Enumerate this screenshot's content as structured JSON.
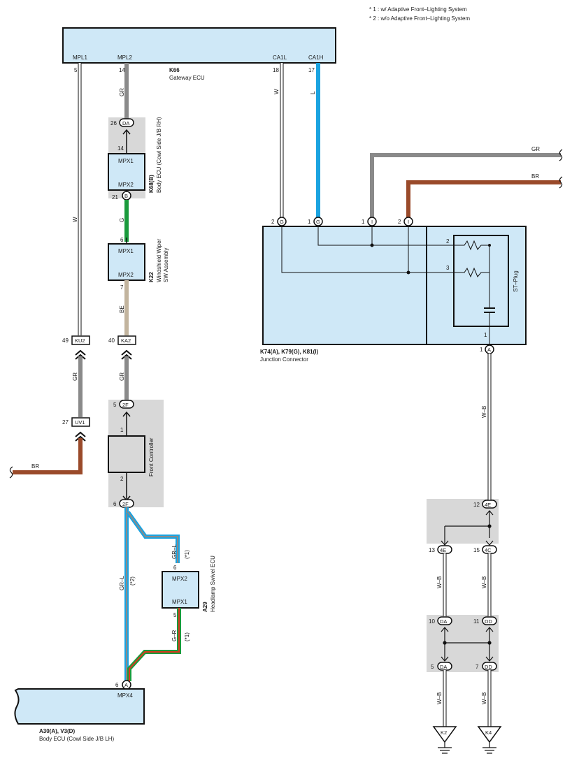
{
  "notes": {
    "note1": "* 1 : w/ Adaptive Front–Lighting System",
    "note2": "* 2 : w/o Adaptive Front–Lighting System"
  },
  "colors": {
    "gray_wire": "#8a8a8a",
    "blue_wire": "#1aa3e0",
    "green_wire": "#1a9a3c",
    "brown_wire": "#9a4a2a",
    "beige_wire": "#c2b49e",
    "ecu_fill": "#cfe8f7",
    "jb_shade": "#d8d8d8"
  },
  "gateway": {
    "code": "K66",
    "name": "Gateway ECU",
    "terminals": [
      "MPL1",
      "MPL2",
      "CA1L",
      "CA1H"
    ],
    "pins": [
      "5",
      "14",
      "18",
      "17"
    ]
  },
  "body_ecu_rh": {
    "code": "K68(B)",
    "name": "Body ECU (Cowl Side J/B RH)",
    "t1": "MPX1",
    "t2": "MPX2",
    "pin_top": "14",
    "pin_bottom": "21",
    "conn_bottom": "B",
    "conn_top": "DA",
    "conn_top_pin": "26"
  },
  "wiper_sw": {
    "code": "K22",
    "name1": "Windshield Wiper",
    "name2": "SW Assembly",
    "t1": "MPX1",
    "t2": "MPX2",
    "pin_top": "6",
    "pin_bottom": "7"
  },
  "front_controller": {
    "name": "Front Controller",
    "pin_top": "1",
    "pin_bottom": "2",
    "conn_top": "2F",
    "conn_top_pin": "5",
    "conn_bottom": "2F",
    "conn_bottom_pin": "6"
  },
  "headlamp_ecu": {
    "code": "A29",
    "name": "Headlamp Swivel ECU",
    "t1": "MPX2",
    "t2": "MPX1",
    "pin_top": "6",
    "pin_bottom": "5"
  },
  "body_ecu_lh": {
    "code": "A30(A), V3(D)",
    "name": "Body ECU (Cowl Side J/B LH)",
    "terminal": "MPX4",
    "pin": "6",
    "conn": "A"
  },
  "junction": {
    "code": "K74(A), K79(G), K81(I)",
    "name": "Junction Connector",
    "stplug": "ST–Plug",
    "pins": [
      "2",
      "1",
      "1",
      "2"
    ],
    "conns": [
      "G",
      "G",
      "I",
      "I"
    ],
    "inner_pins": [
      "2",
      "3",
      "1"
    ],
    "bottom_pin": "1",
    "bottom_conn": "A"
  },
  "connectors": {
    "ku2": "KU2",
    "ku2_pin": "49",
    "ka2": "KA2",
    "ka2_pin": "40",
    "uv1": "UV1",
    "uv1_pin": "27"
  },
  "wires": {
    "w": "W",
    "gr": "GR",
    "g": "G",
    "be": "BE",
    "br": "BR",
    "l": "L",
    "wb": "W–B",
    "grl": "GR–L",
    "gr2": "G–R",
    "star1": "(*1)",
    "star2": "(*2)"
  },
  "ground_block": {
    "c12": "4E",
    "p12": "12",
    "c13": "4E",
    "p13": "13",
    "c15": "4C",
    "p15": "15",
    "c10": "DA",
    "p10": "10",
    "c11": "DD",
    "p11": "11",
    "c5": "DA",
    "p5": "5",
    "c7": "DD",
    "p7": "7",
    "g1": "K2",
    "g2": "K4"
  }
}
